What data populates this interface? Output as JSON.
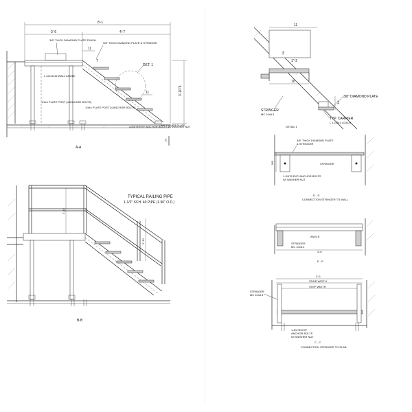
{
  "views": {
    "aa": {
      "caption": "A-A",
      "dims": {
        "overall": "8'-1",
        "left": "3'-6",
        "right": "4'-7",
        "tread": "11",
        "riser": "7",
        "height": "3'-10\"6",
        "riser2": "11"
      },
      "labels": {
        "plate": "3/8\" THICK DIAMOND PLATE & STRINGER",
        "plate2": "3/8\" THICK DIAMOND PLATE FINISH",
        "angle": "L 4x4x5/16 WALL ANGLE",
        "post_left": "1/4x4 PLATE POST (4 ANCHOR BOLTS)",
        "post_mid": "1/4x4 PLATE POST (4 ANCHOR BOLTS)",
        "anchor": "4-3/4\"Ø EXP. ANCHOR BOLTS W/ WASHER NUT",
        "cover": "3/8\" COVER PLATE",
        "det": "DET. 1",
        "mark_c": "C"
      }
    },
    "bb": {
      "caption": "B-B",
      "labels": {
        "railing_title": "TYPICAL RAILING PIPE",
        "railing_sub": "1-1/2\" SCH. 40 PIPE (1.90\" O.D.)",
        "h1": "2'-10",
        "h2": "2'-10"
      }
    },
    "detail1": {
      "caption": "DETAIL 1",
      "labels": {
        "tread": "11",
        "nose": "1\"-2",
        "ten": "10",
        "rise": "7/8",
        "diamond": "3/8\" DIAMOND PLATE",
        "stringer": "STRINGER",
        "stringer_sub": "MC 10x8.4",
        "carrier": "TYP. CARRIER",
        "carrier_sub": "L 1-1/2x1-1/2x1/4",
        "small_dim": "3/4"
      }
    },
    "dd": {
      "caption": "D - D",
      "sub": "CONNECTION STRINGER TO WALL",
      "labels": {
        "plate": "3/8\" THICK DIAMOND PLATE",
        "plate2": "& STRINGER",
        "stringer": "STRINGER",
        "bolts": "1-3/4\"Ø EXP. ANCHOR BOLTS",
        "bolts2": "W/ WASHER NUT",
        "dim": "5/8"
      }
    },
    "ee": {
      "caption": "E - E",
      "labels": {
        "angle": "ANGLE",
        "stringer": "STRINGER",
        "stringer_sub": "MC 10x8.4",
        "bottom": "3'-6"
      }
    },
    "cc": {
      "caption": "C - C",
      "sub": "CONNECTION STRINGER TO SLAB",
      "labels": {
        "width": "3'-6",
        "stair_width": "STAIR WIDTH",
        "step_width": "STEP WIDTH",
        "stringer": "STRINGER",
        "stringer_sub": "MC 10x8.4",
        "bolts": "1-3/4\"Ø EXP.",
        "bolts2": "ANCHOR BOLTS",
        "bolts3": "W/ WASHER NUT"
      }
    }
  }
}
